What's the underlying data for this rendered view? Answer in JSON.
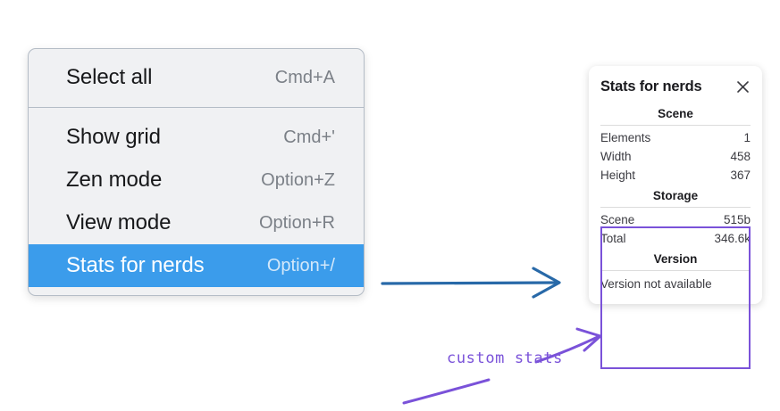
{
  "context_menu": {
    "groups": [
      {
        "items": [
          {
            "label": "Select all",
            "shortcut": "Cmd+A",
            "selected": false
          }
        ]
      },
      {
        "items": [
          {
            "label": "Show grid",
            "shortcut": "Cmd+'",
            "selected": false
          },
          {
            "label": "Zen mode",
            "shortcut": "Option+Z",
            "selected": false
          },
          {
            "label": "View mode",
            "shortcut": "Option+R",
            "selected": false
          },
          {
            "label": "Stats for nerds",
            "shortcut": "Option+/",
            "selected": true
          }
        ]
      }
    ]
  },
  "stats_panel": {
    "title": "Stats for nerds",
    "close_icon": "close-icon",
    "sections": [
      {
        "title": "Scene",
        "rows": [
          {
            "key": "Elements",
            "value": "1"
          },
          {
            "key": "Width",
            "value": "458"
          },
          {
            "key": "Height",
            "value": "367"
          }
        ]
      },
      {
        "title": "Storage",
        "rows": [
          {
            "key": "Scene",
            "value": "515b"
          },
          {
            "key": "Total",
            "value": "346.6k"
          }
        ]
      },
      {
        "title": "Version",
        "single_line": "Version not available"
      }
    ]
  },
  "annotations": {
    "custom_stats_label": "custom stats",
    "blue_arrow_color": "#2869A8",
    "purple_color": "#7a52d9",
    "highlight_color": "#3b9ceb"
  }
}
